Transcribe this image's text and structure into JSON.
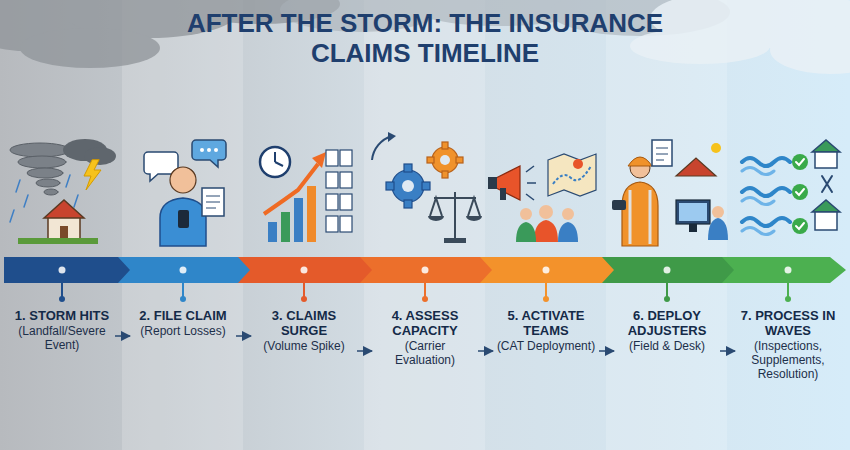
{
  "diagram": {
    "title": "AFTER THE STORM: THE INSURANCE CLAIMS TIMELINE",
    "nodes": [
      {
        "text": [
          "1. STORM HITS",
          "(Landfall/Severe Event)"
        ]
      },
      {
        "text": [
          "2. FILE CLAIM",
          "(Report Losses)"
        ]
      },
      {
        "text": [
          "3. CLAIMS SURGE",
          "(Volume Spike)"
        ]
      },
      {
        "text": [
          "4. ASSESS CAPACITY",
          "(Carrier Evaluation)"
        ]
      },
      {
        "text": [
          "5. ACTIVATE TEAMS",
          "(CAT Deployment)"
        ]
      },
      {
        "text": [
          "6. DEPLOY ADJUSTERS",
          "(Field & Desk)"
        ]
      },
      {
        "text": [
          "7. PROCESS IN WAVES",
          "(Inspections, Supplements, Resolution)"
        ]
      }
    ],
    "edges": [
      {
        "from": 0,
        "to": 1,
        "arrow": "to"
      },
      {
        "from": 1,
        "to": 2,
        "arrow": "to"
      },
      {
        "from": 2,
        "to": 3,
        "arrow": "to"
      },
      {
        "from": 3,
        "to": 4,
        "arrow": "to"
      },
      {
        "from": 4,
        "to": 5,
        "arrow": "to"
      },
      {
        "from": 5,
        "to": 6,
        "arrow": "to"
      }
    ]
  }
}
